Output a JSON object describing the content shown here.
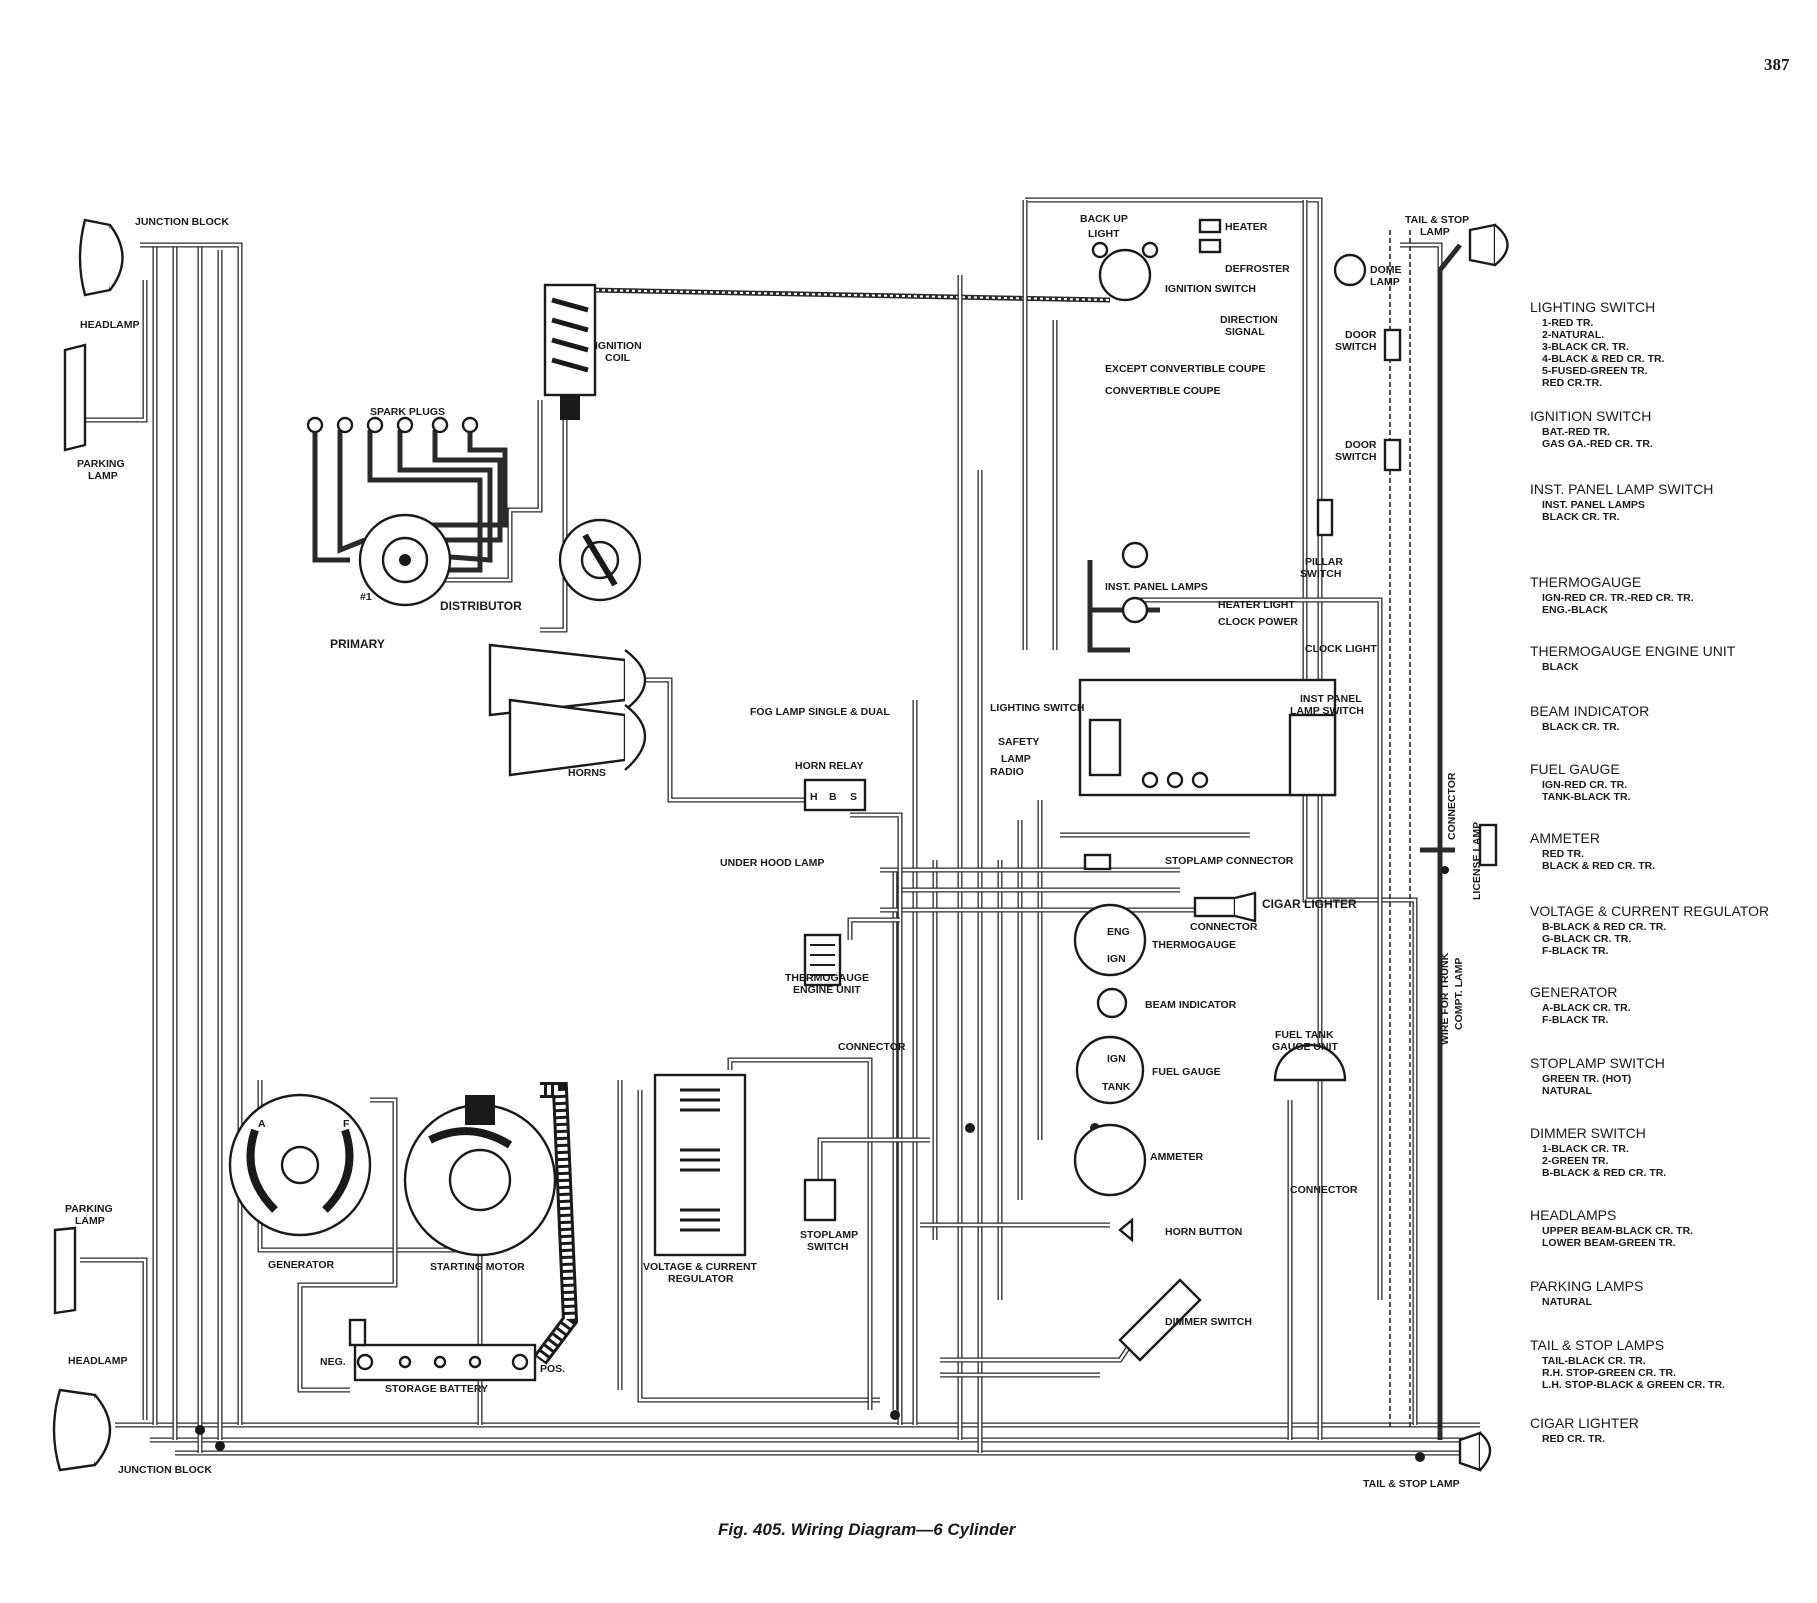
{
  "page_number": "387",
  "caption": "Fig. 405.  Wiring Diagram—6 Cylinder",
  "labels": {
    "junction_block_top": "JUNCTION BLOCK",
    "headlamp_top": "HEADLAMP",
    "parking_lamp_top_1": "PARKING",
    "parking_lamp_top_2": "LAMP",
    "ignition_coil_1": "IGNITION",
    "ignition_coil_2": "COIL",
    "spark_plugs": "SPARK PLUGS",
    "distributor": "DISTRIBUTOR",
    "primary": "PRIMARY",
    "horns": "HORNS",
    "fog_lamp": "FOG LAMP SINGLE & DUAL",
    "horn_relay": "HORN RELAY",
    "relay_h": "H",
    "relay_b": "B",
    "relay_s": "S",
    "under_hood_lamp": "UNDER HOOD LAMP",
    "thermo_engine_unit_1": "THERMOGAUGE",
    "thermo_engine_unit_2": "ENGINE UNIT",
    "connector_mid": "CONNECTOR",
    "back_up_light_1": "BACK UP",
    "back_up_light_2": "LIGHT",
    "heater": "HEATER",
    "defroster": "DEFROSTER",
    "ignition_switch": "IGNITION SWITCH",
    "direction_signal_1": "DIRECTION",
    "direction_signal_2": "SIGNAL",
    "except_convertible": "EXCEPT CONVERTIBLE COUPE",
    "convertible": "CONVERTIBLE COUPE",
    "tail_stop_top_1": "TAIL & STOP",
    "tail_stop_top_2": "LAMP",
    "dome_lamp_1": "DOME",
    "dome_lamp_2": "LAMP",
    "door_switch_1a": "DOOR",
    "door_switch_1b": "SWITCH",
    "door_switch_2a": "DOOR",
    "door_switch_2b": "SWITCH",
    "pillar_switch_1": "PILLAR",
    "pillar_switch_2": "SWITCH",
    "inst_panel_lamps": "INST. PANEL LAMPS",
    "heater_light": "HEATER LIGHT",
    "clock_power": "CLOCK POWER",
    "clock_light": "CLOCK LIGHT",
    "inst_panel_lamp_switch_1": "INST PANEL",
    "inst_panel_lamp_switch_2": "LAMP SWITCH",
    "lighting_switch": "LIGHTING SWITCH",
    "safety": "SAFETY",
    "lamp": "LAMP",
    "radio": "RADIO",
    "stoplamp_connector": "STOPLAMP CONNECTOR",
    "cigar_lighter": "CIGAR LIGHTER",
    "connector_cigar": "CONNECTOR",
    "thermogauge": "THERMOGAUGE",
    "eng": "ENG",
    "ign": "IGN",
    "beam_indicator": "BEAM INDICATOR",
    "fuel_gauge": "FUEL GAUGE",
    "tank": "TANK",
    "fuel_tank_gauge_1": "FUEL TANK",
    "fuel_tank_gauge_2": "GAUGE UNIT",
    "ammeter": "AMMETER",
    "connector_lower": "CONNECTOR",
    "horn_button": "HORN BUTTON",
    "dimmer_switch": "DIMMER SWITCH",
    "connector_vert": "CONNECTOR",
    "license_lamp": "LICENSE LAMP",
    "wire_trunk_1": "WIRE FOR TRUNK",
    "wire_trunk_2": "COMPT. LAMP",
    "stoplamp_switch_1": "STOPLAMP",
    "stoplamp_switch_2": "SWITCH",
    "generator": "GENERATOR",
    "starting_motor": "STARTING MOTOR",
    "vcr_1": "VOLTAGE & CURRENT",
    "vcr_2": "REGULATOR",
    "storage_battery": "STORAGE BATTERY",
    "neg": "NEG.",
    "pos": "POS.",
    "parking_lamp_bot_1": "PARKING",
    "parking_lamp_bot_2": "LAMP",
    "headlamp_bot": "HEADLAMP",
    "junction_block_bot": "JUNCTION BLOCK",
    "tail_stop_bot": "TAIL & STOP LAMP",
    "gen_a": "A",
    "gen_f": "F",
    "dist_1": "#1"
  },
  "legend": [
    {
      "title": "LIGHTING SWITCH",
      "lines": [
        "1-RED TR.",
        "2-NATURAL.",
        "3-BLACK CR. TR.",
        "4-BLACK & RED CR. TR.",
        "5-FUSED-GREEN TR.",
        "RED CR.TR."
      ]
    },
    {
      "title": "IGNITION SWITCH",
      "lines": [
        "BAT.-RED TR.",
        "GAS GA.-RED CR. TR."
      ]
    },
    {
      "title": "INST. PANEL LAMP SWITCH",
      "lines": [
        "INST. PANEL LAMPS",
        "BLACK CR. TR."
      ]
    },
    {
      "title": "THERMOGAUGE",
      "lines": [
        "IGN-RED CR. TR.-RED CR. TR.",
        "ENG.-BLACK"
      ]
    },
    {
      "title": "THERMOGAUGE ENGINE UNIT",
      "lines": [
        "BLACK"
      ]
    },
    {
      "title": "BEAM INDICATOR",
      "lines": [
        "BLACK CR. TR."
      ]
    },
    {
      "title": "FUEL GAUGE",
      "lines": [
        "IGN-RED CR. TR.",
        "TANK-BLACK TR."
      ]
    },
    {
      "title": "AMMETER",
      "lines": [
        "RED TR.",
        "BLACK & RED CR. TR."
      ]
    },
    {
      "title": "VOLTAGE & CURRENT REGULATOR",
      "lines": [
        "B-BLACK & RED CR. TR.",
        "G-BLACK CR. TR.",
        "F-BLACK TR."
      ]
    },
    {
      "title": "GENERATOR",
      "lines": [
        "A-BLACK CR. TR.",
        "F-BLACK TR."
      ]
    },
    {
      "title": "STOPLAMP SWITCH",
      "lines": [
        "GREEN TR. (HOT)",
        "NATURAL"
      ]
    },
    {
      "title": "DIMMER SWITCH",
      "lines": [
        "1-BLACK CR. TR.",
        "2-GREEN TR.",
        "B-BLACK & RED CR. TR."
      ]
    },
    {
      "title": "HEADLAMPS",
      "lines": [
        "UPPER BEAM-BLACK CR. TR.",
        "LOWER BEAM-GREEN TR."
      ]
    },
    {
      "title": "PARKING LAMPS",
      "lines": [
        "NATURAL"
      ]
    },
    {
      "title": "TAIL & STOP LAMPS",
      "lines": [
        "TAIL-BLACK CR. TR.",
        "R.H. STOP-GREEN CR. TR.",
        "L.H. STOP-BLACK & GREEN CR. TR."
      ]
    },
    {
      "title": "CIGAR LIGHTER",
      "lines": [
        "RED CR. TR."
      ]
    }
  ]
}
